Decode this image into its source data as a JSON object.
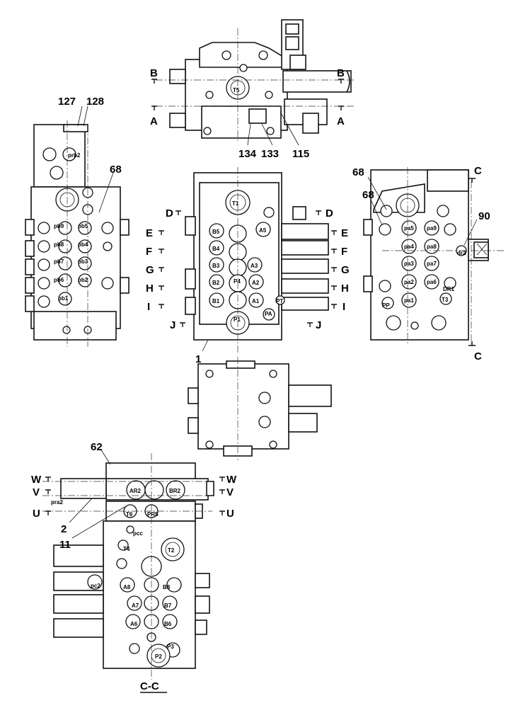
{
  "refs": {
    "r127": "127",
    "r128": "128",
    "r68a": "68",
    "r68b": "68",
    "r68c": "68",
    "r90": "90",
    "r134": "134",
    "r133": "133",
    "r115": "115",
    "r1": "1",
    "r62": "62",
    "r2": "2",
    "r11": "11"
  },
  "cuts": {
    "A": "A",
    "B": "B",
    "C": "C",
    "D": "D",
    "E": "E",
    "F": "F",
    "G": "G",
    "H": "H",
    "I": "I",
    "J": "J",
    "U": "U",
    "V": "V",
    "W": "W"
  },
  "section_title": "C-C",
  "ports_top": {
    "T5": "T5"
  },
  "ports_left": [
    "prb2",
    "pb9",
    "pb5",
    "pb8",
    "pb4",
    "pb7",
    "pb3",
    "pb6",
    "pb2",
    "pb1"
  ],
  "ports_center": {
    "T1": "T1",
    "B5": "B5",
    "A5": "A5",
    "B4": "B4",
    "B3": "B3",
    "A3": "A3",
    "B2": "B2",
    "P4": "P4",
    "A2": "A2",
    "B1": "B1",
    "A1": "A1",
    "PA": "PA",
    "PT": "PT",
    "P1": "P1"
  },
  "ports_right": [
    "pa5",
    "pa9",
    "pa4",
    "pa8",
    "dr2",
    "pa3",
    "pa7",
    "pa2",
    "pa6",
    "DR1",
    "PP",
    "pa1",
    "T3"
  ],
  "ports_bottom": {
    "AR2": "AR2",
    "BR2": "BR2",
    "pra2": "pra2",
    "T6": "T6",
    "PR5": "PR5",
    "pcc": "pcc",
    "T4": "T4",
    "T2": "T2",
    "pc2": "pc2",
    "A8": "A8",
    "B8": "B8",
    "A7": "A7",
    "B7": "B7",
    "A6": "A6",
    "B6": "B6",
    "P3": "P3",
    "P2": "P2"
  }
}
